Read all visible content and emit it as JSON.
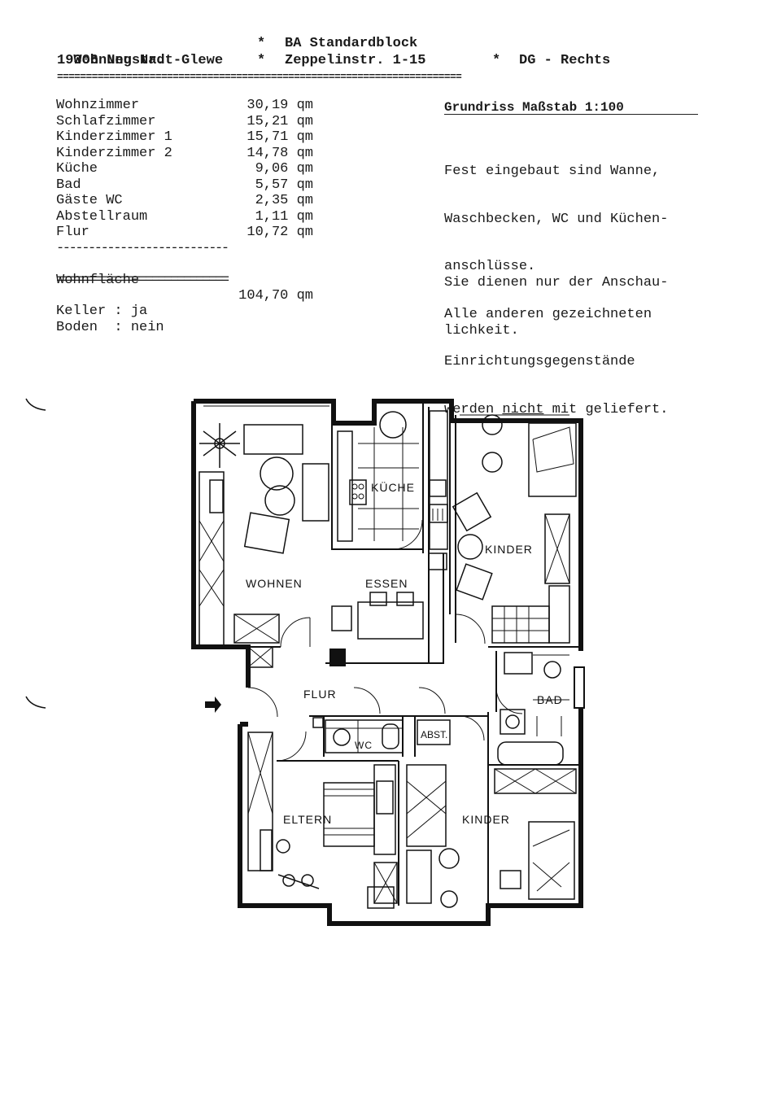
{
  "header": {
    "line1": {
      "left": "Wohnung Nr.",
      "star1": "*",
      "middle": "BA Standardblock"
    },
    "line2": {
      "left": "19306 Neustadt-Glewe",
      "star1": "*",
      "middle": "Zeppelinstr. 1-15",
      "star2": "*",
      "right": "DG - Rechts"
    },
    "separator": "======================================================================"
  },
  "areas": {
    "rows": [
      {
        "label": "Wohnzimmer",
        "value": "30,19 qm"
      },
      {
        "label": "Schlafzimmer",
        "value": "15,21 qm"
      },
      {
        "label": "Kinderzimmer 1",
        "value": "15,71 qm"
      },
      {
        "label": "Kinderzimmer 2",
        "value": "14,78 qm"
      },
      {
        "label": "Küche",
        "value": "9,06 qm"
      },
      {
        "label": "Bad",
        "value": "5,57 qm"
      },
      {
        "label": "Gäste WC",
        "value": "2,35 qm"
      },
      {
        "label": "Abstellraum",
        "value": "1,11 qm"
      },
      {
        "label": "Flur",
        "value": "10,72 qm"
      }
    ],
    "dash_line": "---------------------------",
    "total": {
      "label": "Wohnfläche",
      "value": "104,70 qm"
    },
    "double_line": "==========================="
  },
  "extras": {
    "keller": "Keller : ja",
    "boden": "Boden  : nein"
  },
  "notes": {
    "title": "Grundriss Maßstab 1:100",
    "p1_lines": [
      "Fest eingebaut sind Wanne,",
      "Waschbecken, WC und Küchen-",
      "anschlüsse.",
      "Alle anderen gezeichneten",
      "Einrichtungsgegenstände"
    ],
    "p1_last_pre": "werden ",
    "p1_last_u": "nicht",
    "p1_last_post": " mit geliefert.",
    "p2_lines": [
      "Sie dienen nur der Anschau-",
      "lichkeit."
    ]
  },
  "plan": {
    "rooms": {
      "kueche": "KÜCHE",
      "kinder1": "KINDER",
      "wohnen": "WOHNEN",
      "essen": "ESSEN",
      "flur": "FLUR",
      "bad": "BAD",
      "wc": "WC",
      "abst": "ABST.",
      "eltern": "ELTERN",
      "kinder2": "KINDER"
    }
  }
}
